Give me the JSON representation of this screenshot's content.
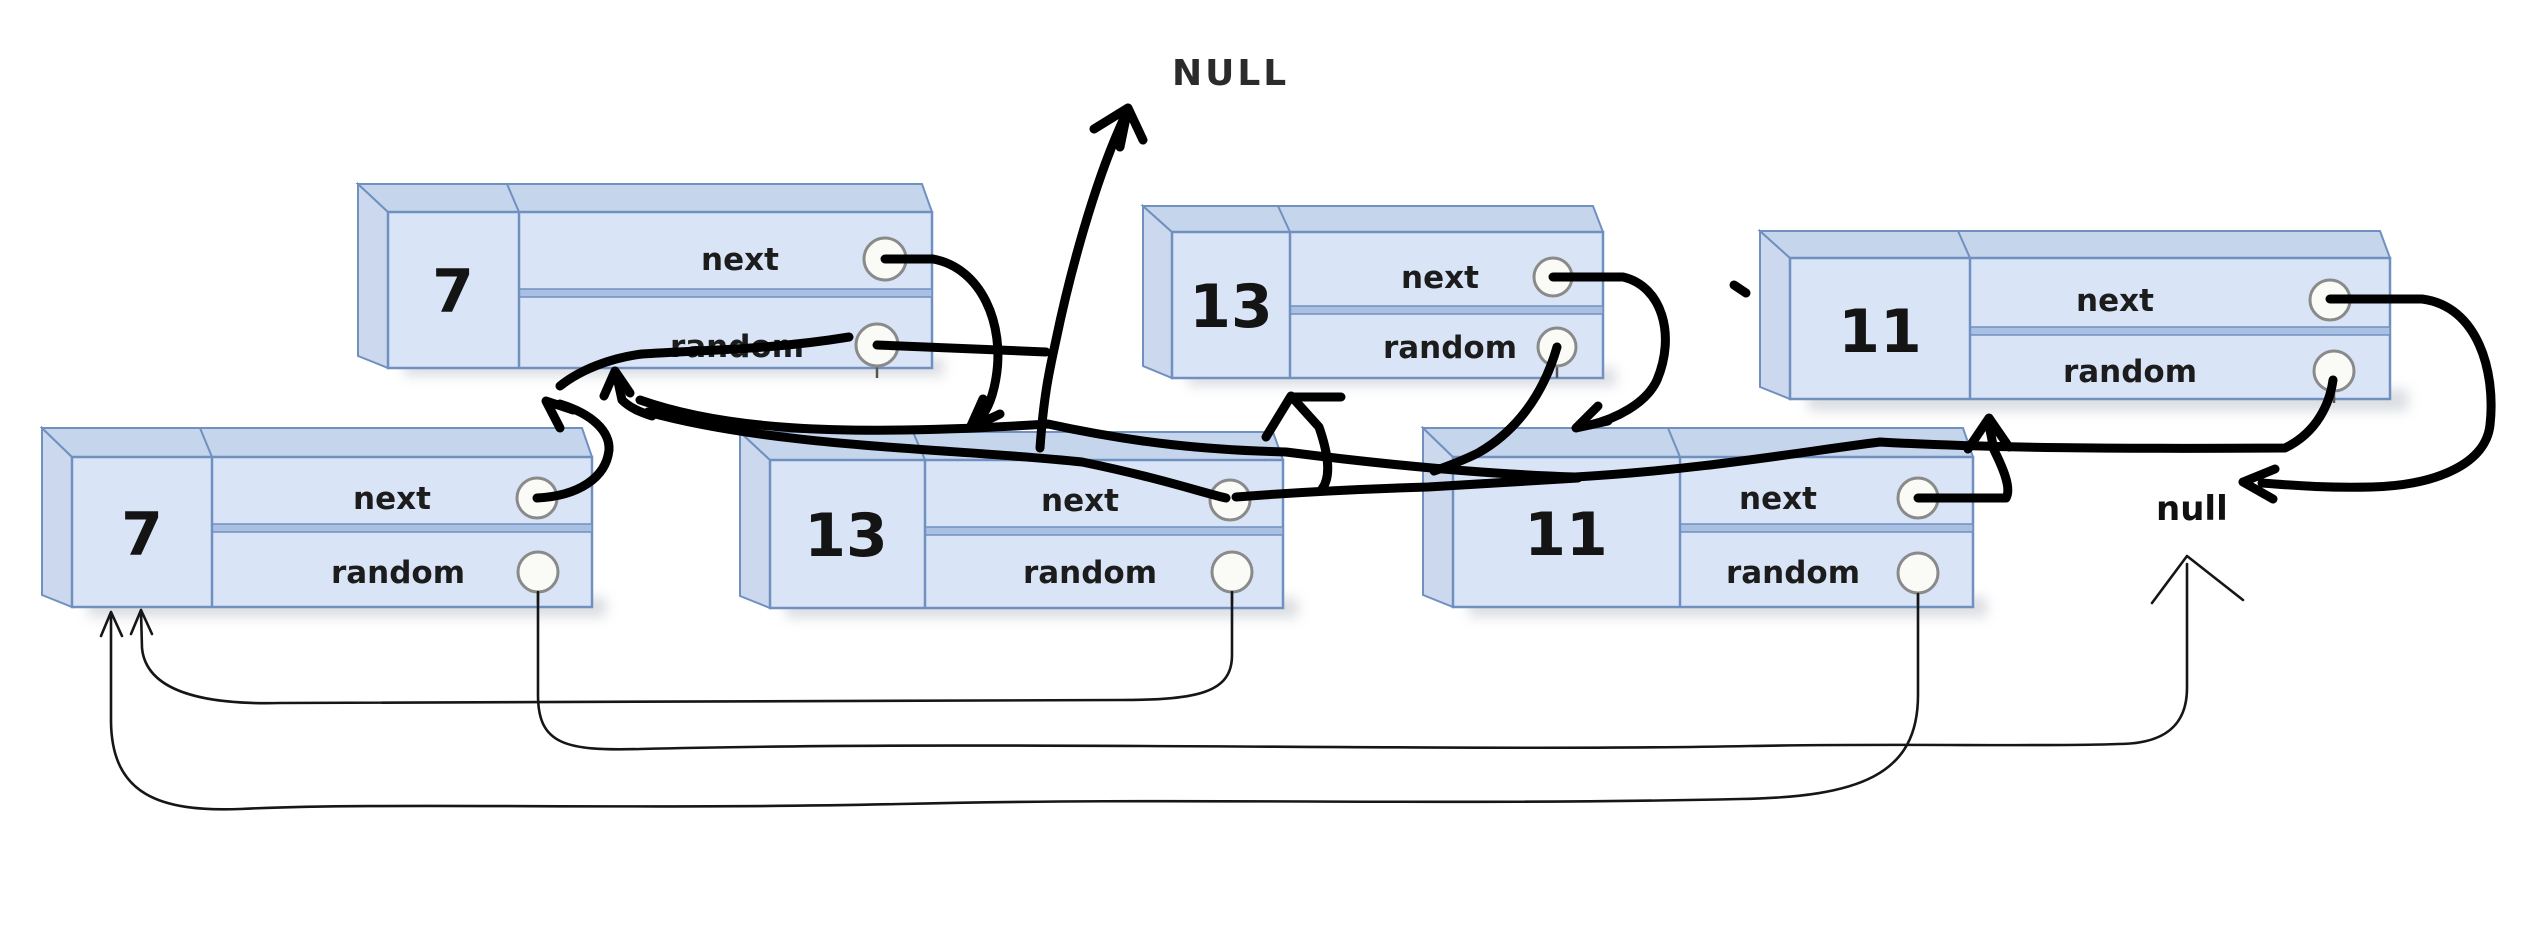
{
  "diagram": {
    "title_meaning": "linked list with next and random pointers, original and copied rows",
    "labels": {
      "null_upper": "NULL",
      "null_lower": "null",
      "field_next": "next",
      "field_random": "random"
    },
    "nodes": [
      {
        "row": "top",
        "value": "7"
      },
      {
        "row": "top",
        "value": "13"
      },
      {
        "row": "top",
        "value": "11"
      },
      {
        "row": "bottom",
        "value": "7"
      },
      {
        "row": "bottom",
        "value": "13"
      },
      {
        "row": "bottom",
        "value": "11"
      }
    ],
    "colors": {
      "box_front": "#d9e5f6",
      "box_top": "#c5d5ec",
      "box_side": "#cbd8ee",
      "box_border": "#7090c0",
      "row_band": "#a9c0e2",
      "circle_fill": "#fafaf7",
      "circle_border": "#8a8a8a",
      "ink": "#000000"
    }
  }
}
